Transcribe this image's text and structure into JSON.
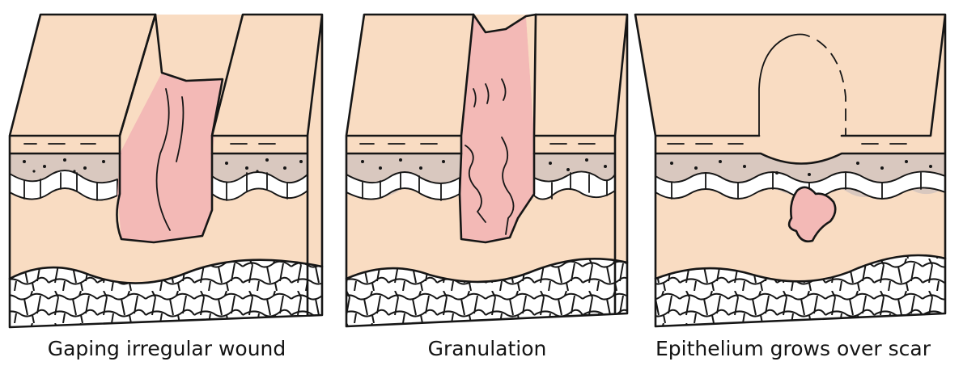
{
  "panels": [
    {
      "caption": "Gaping irregular wound"
    },
    {
      "caption": "Granulation"
    },
    {
      "caption": "Epithelium grows over scar"
    }
  ],
  "colors": {
    "skin": "#f9dcc2",
    "dermis_layer": "#d9c8bf",
    "wound_tissue": "#f3b9b6",
    "outline": "#161616"
  }
}
